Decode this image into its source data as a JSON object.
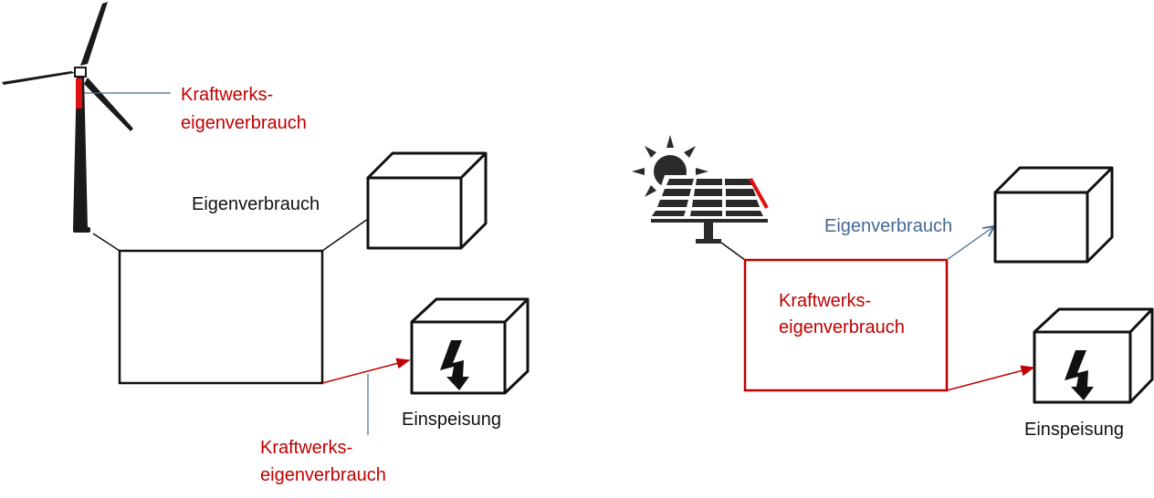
{
  "left": {
    "turbine_label": {
      "line1": "Kraftwerks-",
      "line2": "eigenverbrauch"
    },
    "self_consumption_label": "Eigenverbrauch",
    "feed_in_label": "Einspeisung",
    "arrow_label": {
      "line1": "Kraftwerks-",
      "line2": "eigenverbrauch"
    }
  },
  "right": {
    "self_consumption_label": "Eigenverbrauch",
    "box_label": {
      "line1": "Kraftwerks-",
      "line2": "eigenverbrauch"
    },
    "feed_in_label": "Einspeisung"
  },
  "colors": {
    "accent_red": "#c00000",
    "leader_blue": "#44698f",
    "stroke": "#111111"
  }
}
